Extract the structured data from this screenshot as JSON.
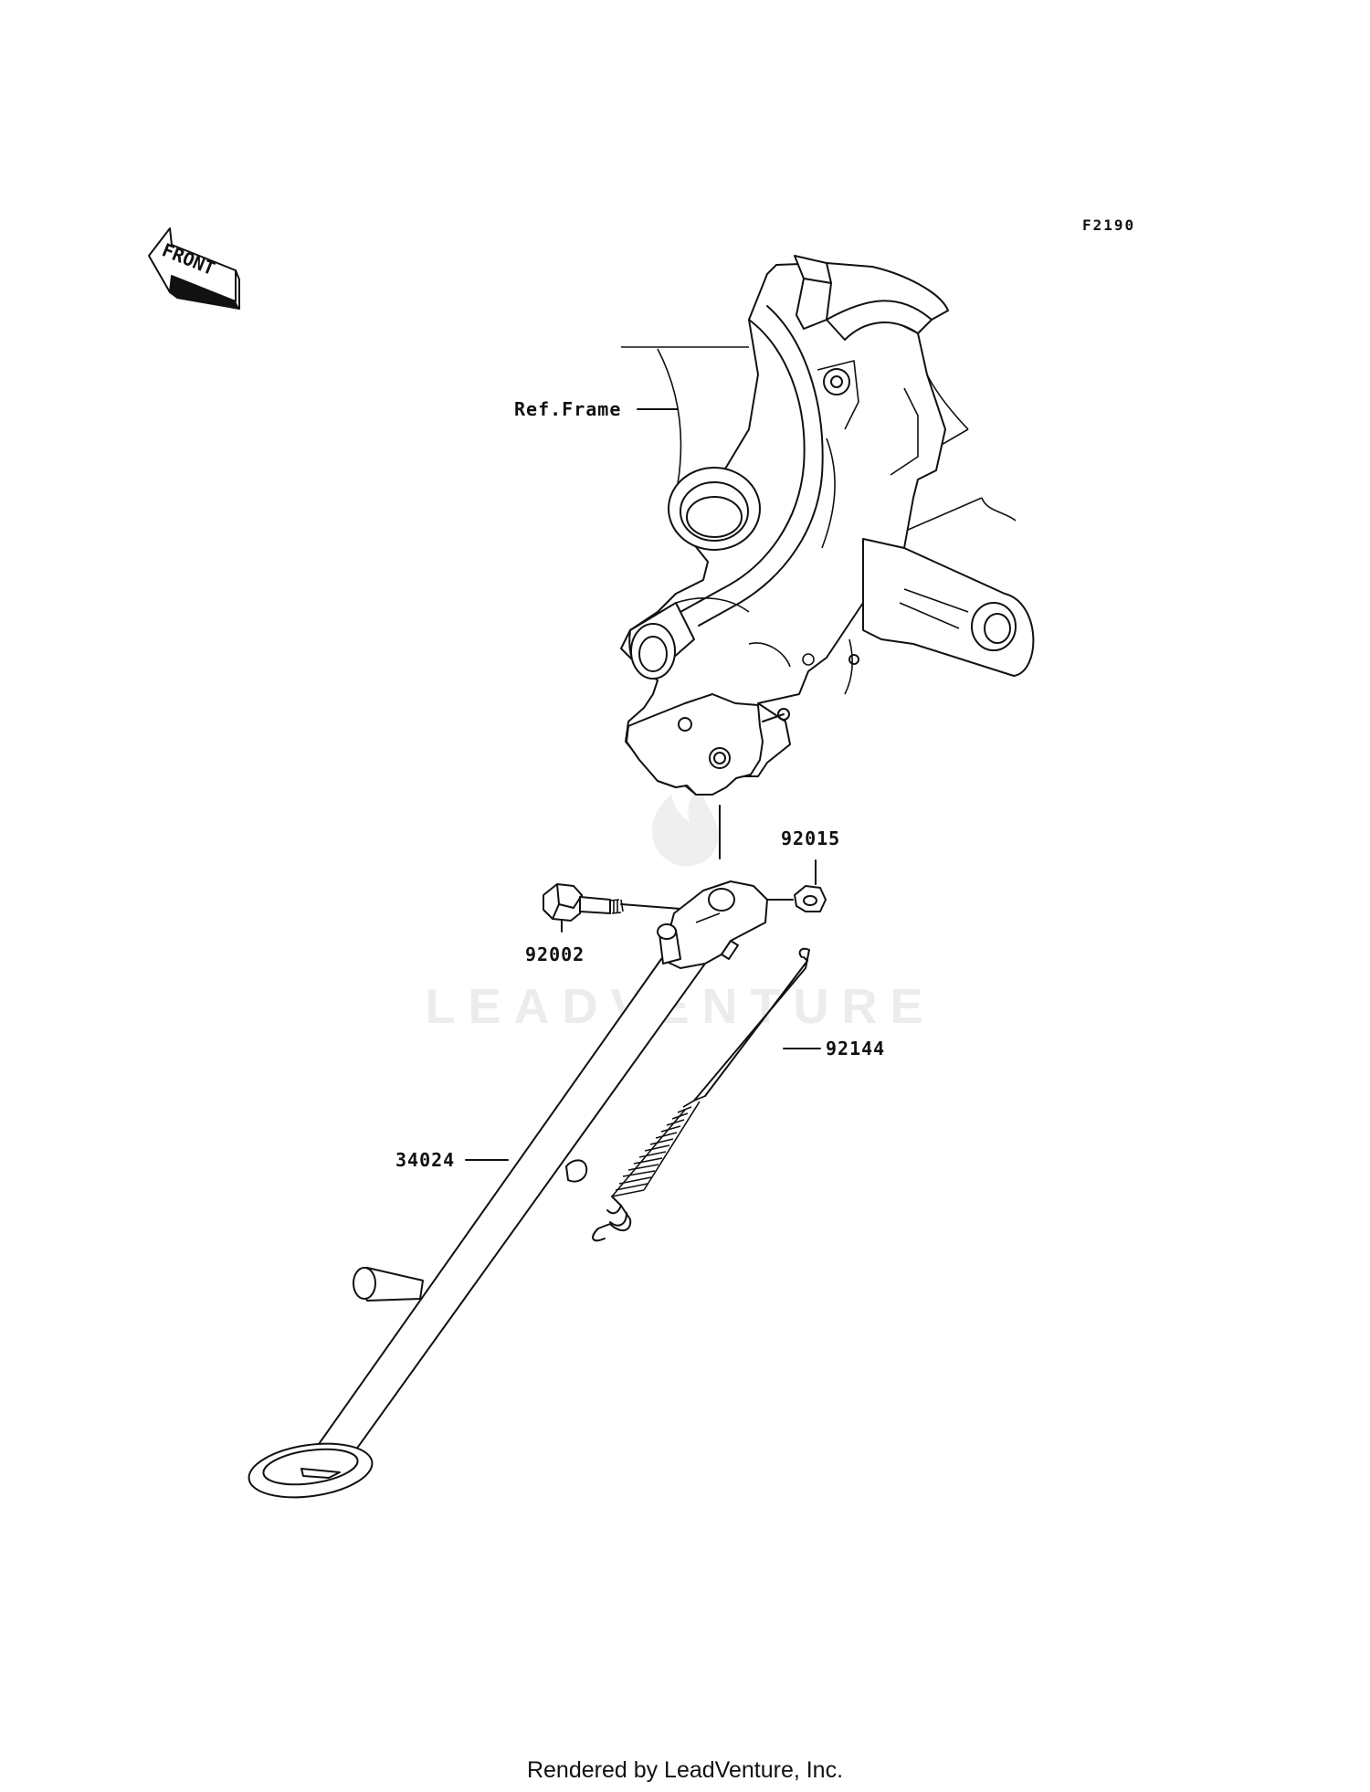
{
  "diagram": {
    "figure_code": "F2190",
    "front_arrow_label": "FRONT",
    "watermark": "LEADVENTURE",
    "callouts": {
      "frame": "Ref.Frame",
      "nut": "92015",
      "bolt": "92002",
      "spring": "92144",
      "stand": "34024"
    }
  },
  "footer": {
    "text": "Rendered by LeadVenture, Inc."
  }
}
